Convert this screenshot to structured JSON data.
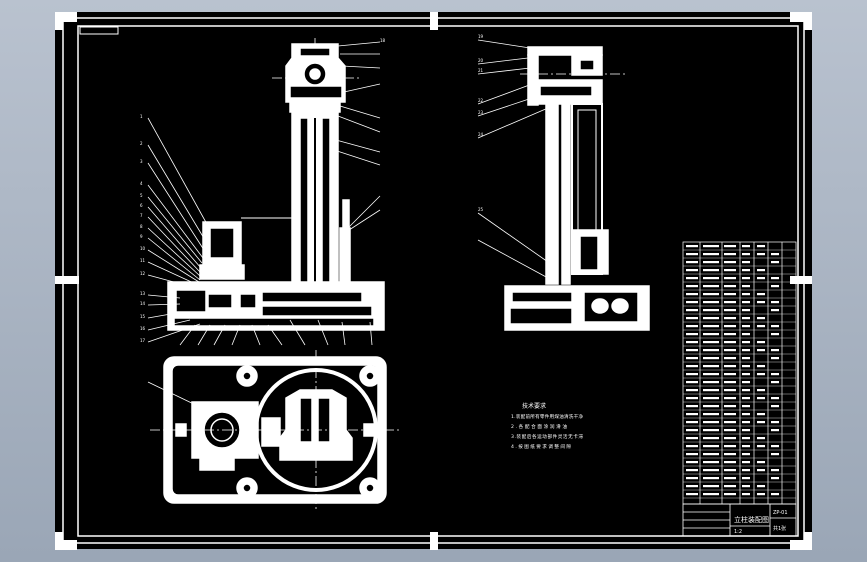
{
  "drawing": {
    "background": "#000000",
    "line_color": "#ffffff",
    "page_bg_top": "#b9c2cf",
    "page_bg_bottom": "#9aa6b6"
  },
  "notes_title": "技术要求",
  "notes_lines": [
    "1.装配前所有零件用煤油清洗干净",
    "2.各配合面涂润滑油",
    "3.装配后各运动部件灵活无卡滞",
    "4.按图纸要求调整间隙"
  ],
  "title_block": {
    "title": "立柱装配图",
    "drawing_no": "ZP-01",
    "scale": "1:2",
    "sheet": "共1张"
  },
  "front_view_labels": [
    "1",
    "2",
    "3",
    "4",
    "5",
    "6",
    "7",
    "8",
    "9",
    "10",
    "11",
    "12",
    "13",
    "14",
    "15",
    "16",
    "17",
    "18"
  ],
  "side_view_labels": [
    "19",
    "20",
    "21",
    "22",
    "23",
    "24",
    "25"
  ]
}
